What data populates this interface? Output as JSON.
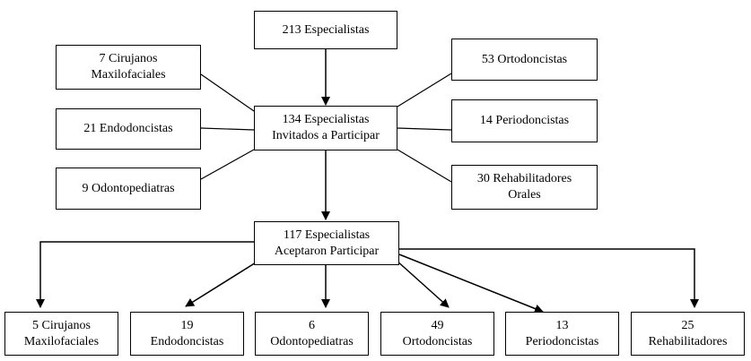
{
  "top": {
    "line1": "213 Especialistas"
  },
  "invited": {
    "line1": "134 Especialistas",
    "line2": "Invitados a Participar"
  },
  "accepted": {
    "line1": "117 Especialistas",
    "line2": "Aceptaron Participar"
  },
  "excluded_left": [
    {
      "line1": "7 Cirujanos",
      "line2": "Maxilofaciales"
    },
    {
      "line1": "21 Endodoncistas",
      "line2": ""
    },
    {
      "line1": "9 Odontopediatras",
      "line2": ""
    }
  ],
  "excluded_right": [
    {
      "line1": "53 Ortodoncistas",
      "line2": ""
    },
    {
      "line1": "14 Periodoncistas",
      "line2": ""
    },
    {
      "line1": "30 Rehabilitadores",
      "line2": "Orales"
    }
  ],
  "participants": [
    {
      "line1": "5 Cirujanos",
      "line2": "Maxilofaciales"
    },
    {
      "line1": "19",
      "line2": "Endodoncistas"
    },
    {
      "line1": "6",
      "line2": "Odontopediatras"
    },
    {
      "line1": "49",
      "line2": "Ortodoncistas"
    },
    {
      "line1": "13",
      "line2": "Periodoncistas"
    },
    {
      "line1": "25",
      "line2": "Rehabilitadores"
    }
  ],
  "colors": {
    "stroke": "#000000",
    "fill": "#ffffff",
    "text": "#000000"
  }
}
